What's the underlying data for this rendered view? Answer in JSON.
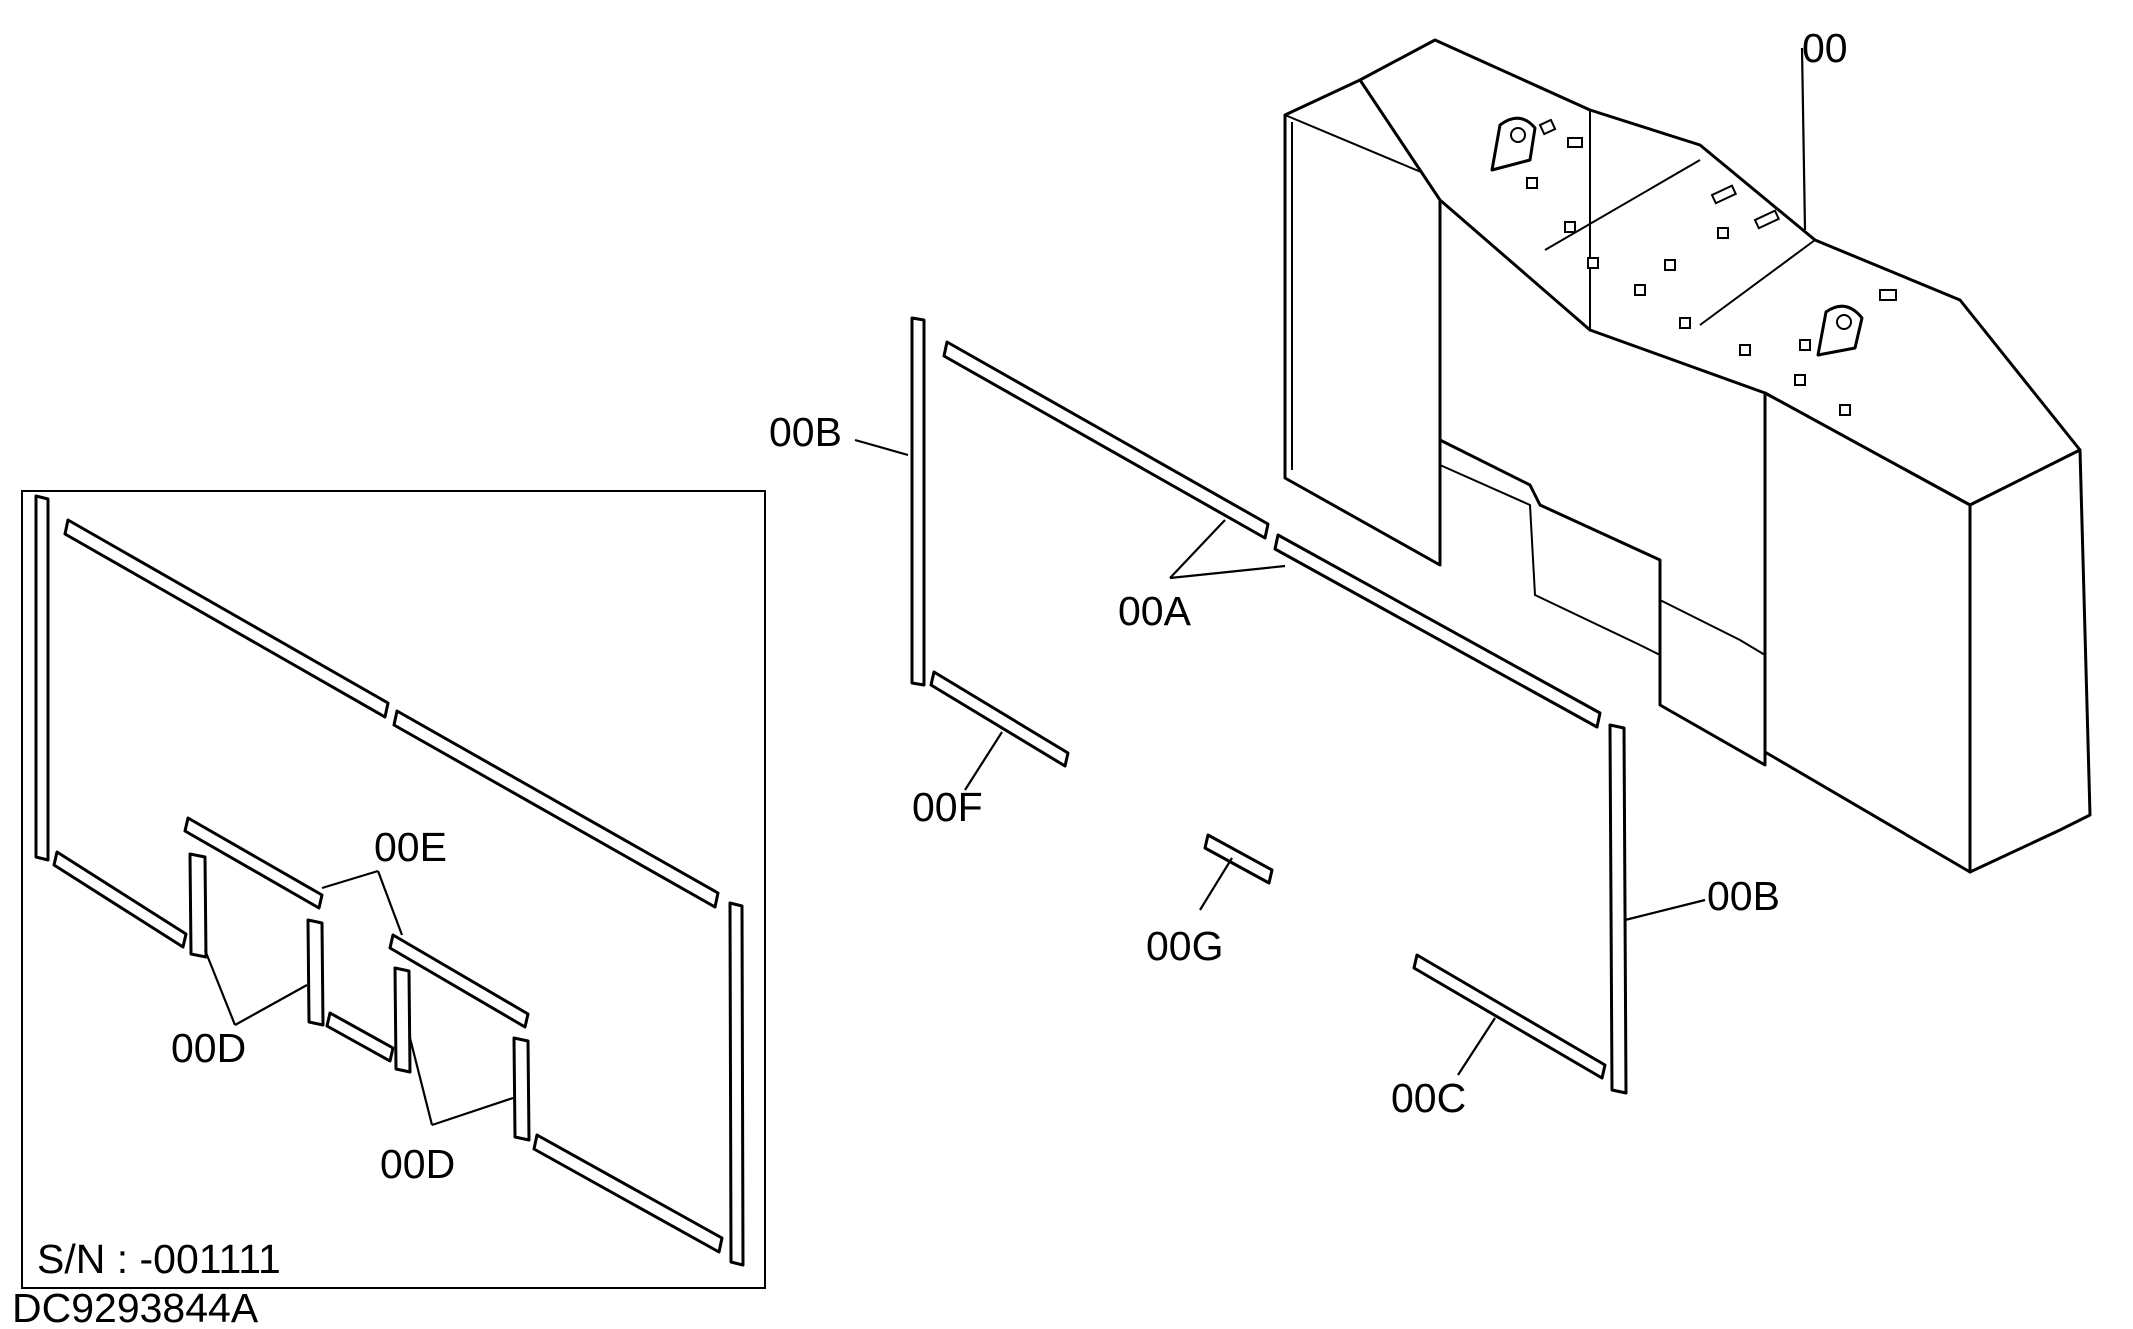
{
  "callouts": {
    "main_assembly": "00",
    "strip_a": "00A",
    "strip_b_left": "00B",
    "strip_b_right": "00B",
    "strip_c": "00C",
    "strip_f": "00F",
    "strip_g": "00G",
    "inset_e": "00E",
    "inset_d_upper": "00D",
    "inset_d_lower": "00D"
  },
  "inset": {
    "serial_range": "S/N : -001111"
  },
  "drawing_number": "DC9293844A"
}
